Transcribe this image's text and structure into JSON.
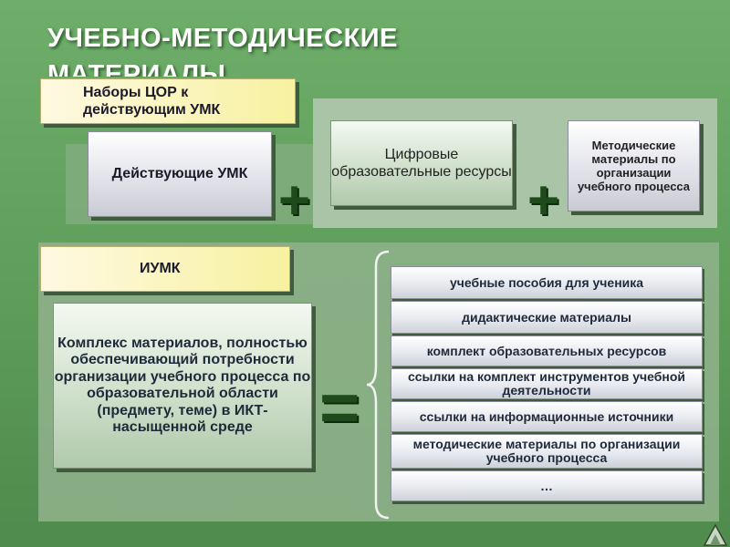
{
  "title": "УЧЕБНО-МЕТОДИЧЕСКИЕ МАТЕРИАЛЫ",
  "boxes": {
    "cor_sets": "Наборы ЦОР к действующим УМК",
    "current_umk": "Действующие УМК",
    "digital_resources": "Цифровые образовательные ресурсы",
    "methodical": "Методические материалы по организации учебного процесса",
    "iumk": "ИУМК",
    "complex": "Комплекс материалов, полностью обеспечивающий потребности организации учебного процесса по образовательной области (предмету, теме) в ИКТ-насыщенной среде"
  },
  "symbols": {
    "plus": "+",
    "equals": "="
  },
  "items": [
    "учебные пособия для ученика",
    "дидактические материалы",
    "комплект образовательных ресурсов",
    "ссылки на комплект инструментов учебной деятельности",
    "ссылки на информационные источники",
    "методические материалы по организации учебного процесса",
    "…"
  ],
  "colors": {
    "background": "#5f9e5b",
    "yellow_box": "#f7f1a0",
    "symbol": "#1f4a1c"
  }
}
